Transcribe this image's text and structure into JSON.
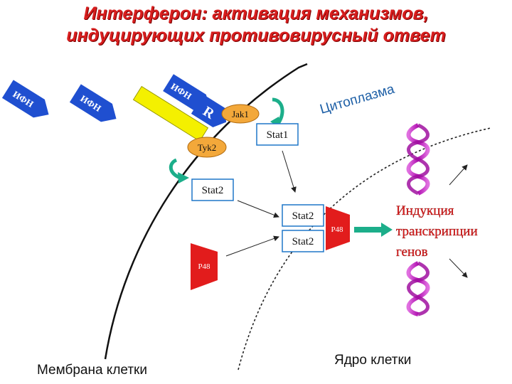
{
  "title": {
    "line1": "Интерферон: активация механизмов,",
    "line2": "индуцирующих противовирусный ответ"
  },
  "labels": {
    "cytoplasm": "Цитоплазма",
    "membrane": "Мембрана клетки",
    "nucleus": "Ядро клетки",
    "induction_1": "Индукция",
    "induction_2": "транскрипции",
    "induction_3": "генов"
  },
  "molecules": {
    "ifn": "ИФН",
    "receptor": "R",
    "jak1": "Jak1",
    "tyk2": "Tyk2",
    "stat1": "Stat1",
    "stat2": "Stat2",
    "p48": "P48"
  },
  "colors": {
    "ifn_blue": "#1f4fd0",
    "receptor_yellow": "#f4f000",
    "kinase_orange": "#f3a83a",
    "p48_red": "#e21c1c",
    "stat_box_border": "#1f77c8",
    "arrow_green": "#1cae8a",
    "dna_magenta": "#c01ab8",
    "title_red": "#d81e1e"
  }
}
